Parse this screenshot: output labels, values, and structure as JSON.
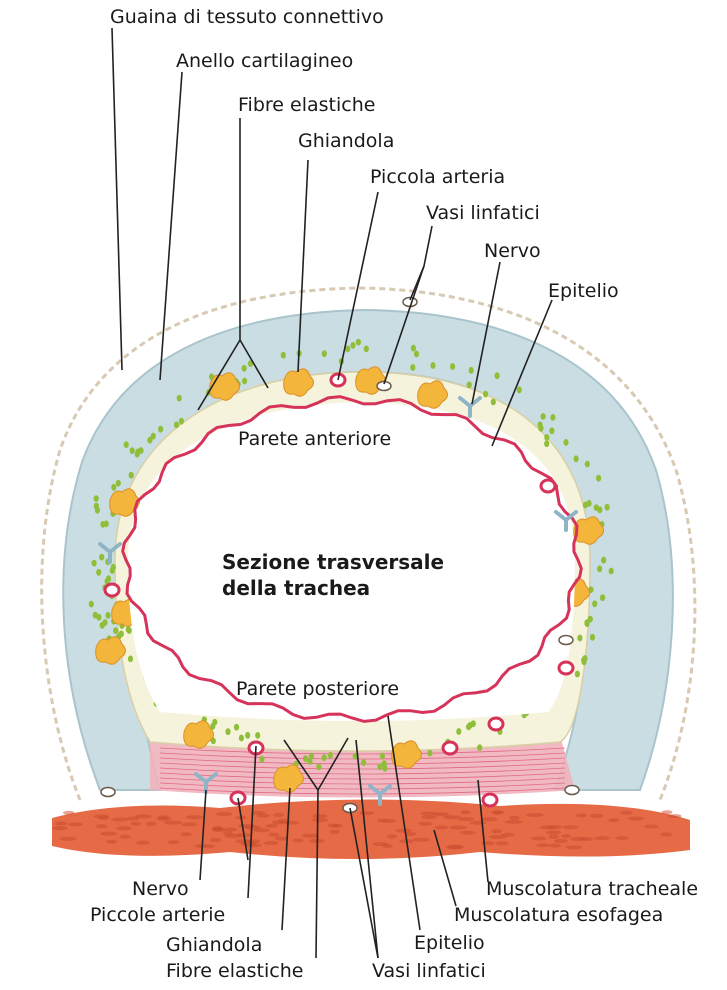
{
  "labels": {
    "sheath": "Guaina di tessuto connettivo",
    "cartilage_ring": "Anello cartilagineo",
    "elastic_fibers_top": "Fibre elastiche",
    "gland_top": "Ghiandola",
    "small_artery": "Piccola arteria",
    "lymph_vessels_top": "Vasi linfatici",
    "nerve_top": "Nervo",
    "epithelium_top": "Epitelio",
    "anterior_wall": "Parete anteriore",
    "title_line1": "Sezione trasversale",
    "title_line2": "della trachea",
    "posterior_wall": "Parete posteriore",
    "nerve_bottom": "Nervo",
    "small_arteries_bottom": "Piccole arterie",
    "gland_bottom": "Ghiandola",
    "elastic_fibers_bottom": "Fibre elastiche",
    "tracheal_muscle": "Muscolatura tracheale",
    "esophageal_muscle": "Muscolatura esofagea",
    "epithelium_bottom": "Epitelio",
    "lymph_vessels_bottom": "Vasi linfatici"
  },
  "colors": {
    "cartilage": "#c9dde3",
    "cartilage_edge": "#aac4cc",
    "submucosa": "#f6f3dc",
    "epithelium": "#d6335a",
    "gland": "#f3b53a",
    "elastic_dots": "#8fbf3a",
    "muscle_trachealis": "#e88fa0",
    "esophagus_muscle": "#e56a45",
    "leader": "#222222"
  }
}
